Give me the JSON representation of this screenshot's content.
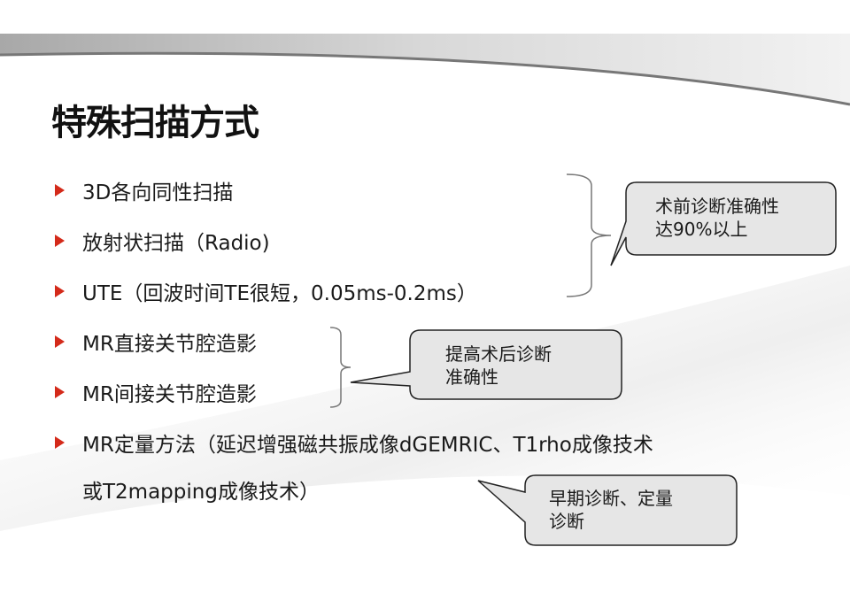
{
  "title": "特殊扫描方式",
  "bullets": [
    "3D各向同性扫描",
    "放射状扫描（Radio)",
    "UTE（回波时间TE很短，0.05ms-0.2ms）",
    "MR直接关节腔造影",
    "MR间接关节腔造影",
    "MR定量方法（延迟增强磁共振成像dGEMRIC、T1rho成像技术"
  ],
  "bullet_continuation": "或T2mapping成像技术）",
  "callouts": [
    {
      "line1": "术前诊断准确性",
      "line2": "达90%以上"
    },
    {
      "line1": "提高术后诊断",
      "line2": "准确性"
    },
    {
      "line1": "早期诊断、定量",
      "line2": "诊断"
    }
  ],
  "colors": {
    "bullet_arrow": "#d42a1a",
    "callout_fill": "#e6e6e6"
  }
}
